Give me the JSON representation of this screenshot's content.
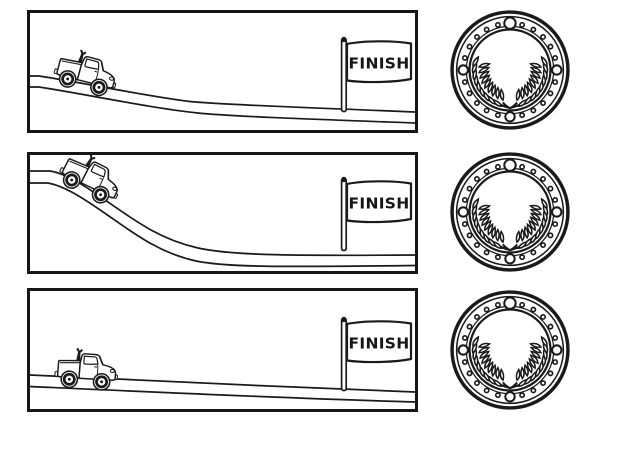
{
  "page": {
    "background": "#ffffff",
    "ink": "#1a1a1a"
  },
  "panels": [
    {
      "name": "medium-hill",
      "finish_label": "FINISH"
    },
    {
      "name": "steep-hill",
      "finish_label": "FINISH"
    },
    {
      "name": "gentle-hill",
      "finish_label": "FINISH"
    }
  ],
  "medals": [
    {
      "icon": "laurel-medal-icon"
    },
    {
      "icon": "laurel-medal-icon"
    },
    {
      "icon": "laurel-medal-icon"
    }
  ]
}
